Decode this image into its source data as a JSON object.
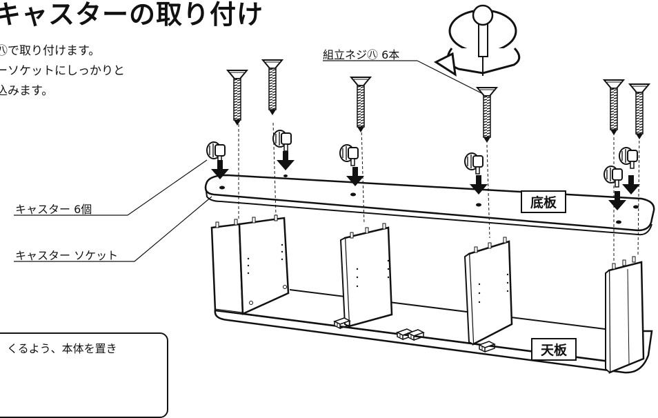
{
  "title": "キャスターの取り付け",
  "instructions": [
    "㊇で取り付けます。",
    "ーソケットにしっかりと",
    "込みます。"
  ],
  "labels": {
    "screw": "組立ネジ㊇ 6本",
    "caster": "キャスター 6個",
    "socket": "キャスター ソケット",
    "bottom_board": "底板",
    "top_board": "天板"
  },
  "note": "くるよう、本体を置き"
}
